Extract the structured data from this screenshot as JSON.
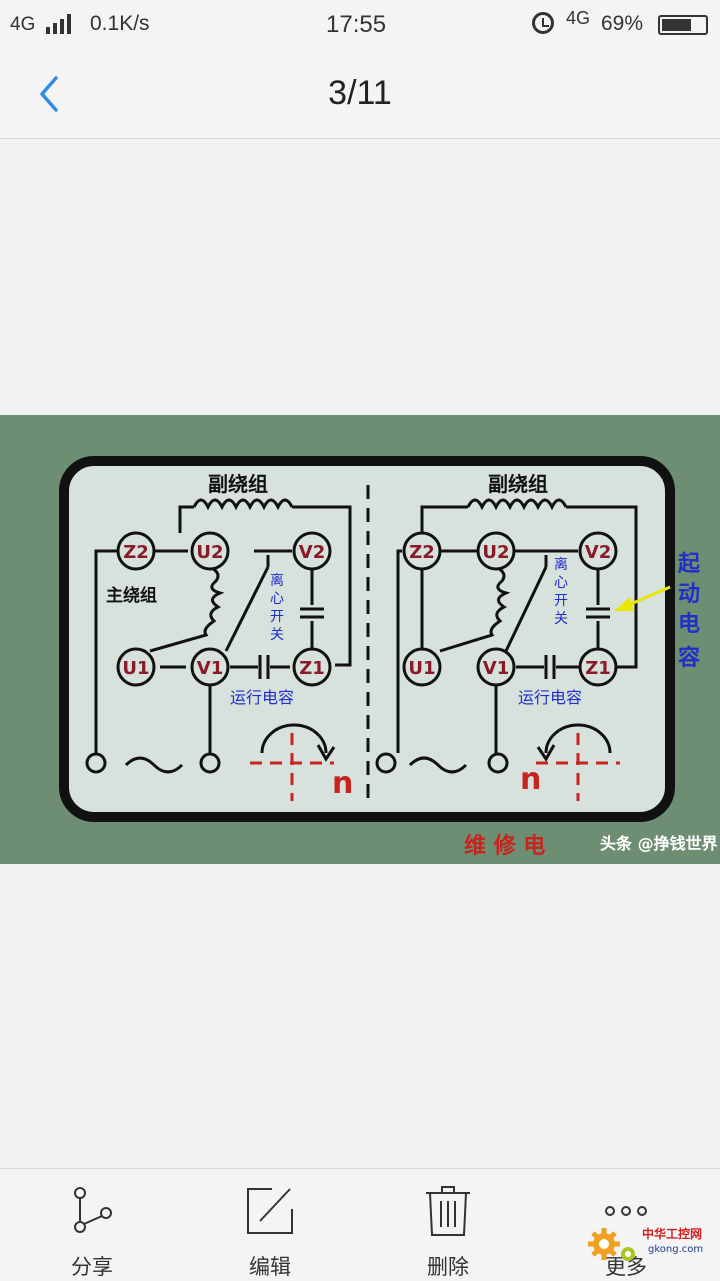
{
  "status_bar": {
    "network": "4G",
    "speed": "0.1K/s",
    "time": "17:55",
    "network_right": "4G",
    "battery_text": "69%",
    "battery_level": 0.69
  },
  "header": {
    "counter": "3/11"
  },
  "image": {
    "left": {
      "aux_winding": "副绕组",
      "main_winding": "主绕组",
      "switch": [
        "离",
        "心",
        "开",
        "关"
      ],
      "run_cap": "运行电容",
      "terminals": [
        "Z2",
        "U2",
        "V2",
        "U1",
        "V1",
        "Z1"
      ],
      "rotation": "n"
    },
    "right": {
      "aux_winding": "副绕组",
      "switch": [
        "离",
        "心",
        "开",
        "关"
      ],
      "run_cap": "运行电容",
      "terminals": [
        "Z2",
        "U2",
        "V2",
        "U1",
        "V1",
        "Z1"
      ],
      "rotation": "n",
      "start_cap": [
        "起",
        "动",
        "电",
        "容"
      ]
    },
    "watermark_red": "维 修 电",
    "watermark_white": "头条 @挣钱世界",
    "colors": {
      "background": "#6e8e73",
      "panel": "#d7e2dc",
      "frame": "#111111",
      "label_blue": "#1f2fc8",
      "watermark_red": "#c8241f",
      "arrow_yellow": "#e8e800"
    }
  },
  "toolbar": {
    "share": "分享",
    "edit": "编辑",
    "delete": "删除",
    "more": "更多"
  },
  "corner_watermark": {
    "name": "中华工控网",
    "url": "gkong.com"
  },
  "icons": {
    "back": "chevron-left-icon",
    "share": "share-icon",
    "edit": "edit-icon",
    "delete": "trash-icon",
    "more": "more-icon"
  }
}
